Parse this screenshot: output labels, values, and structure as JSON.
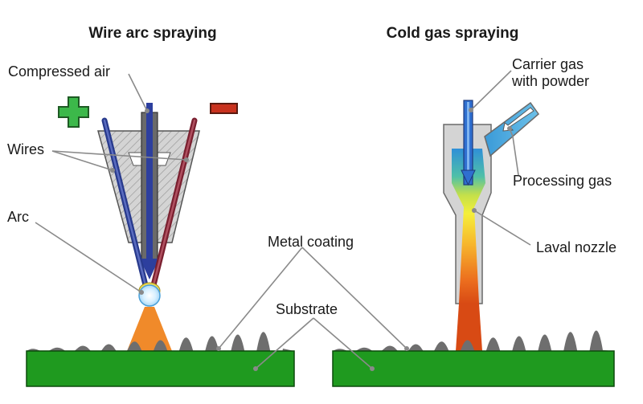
{
  "titles": {
    "wire_arc": "Wire arc spraying",
    "cold_gas": "Cold gas spraying"
  },
  "labels": {
    "compressed_air": "Compressed air",
    "wires": "Wires",
    "arc": "Arc",
    "metal_coating": "Metal coating",
    "substrate": "Substrate",
    "carrier_gas_line1": "Carrier gas",
    "carrier_gas_line2": "with powder",
    "processing_gas": "Processing gas",
    "laval_nozzle": "Laval nozzle"
  },
  "icons": {
    "plus": "plus-icon",
    "minus": "minus-icon"
  },
  "colors": {
    "substrate": "#1f9a1f",
    "plus": "#3cb84a",
    "minus": "#c8321e",
    "air_arrow": "#2d3f9e",
    "spray_cone": "#f08a2a",
    "gas_channel": "#2f6fd0"
  }
}
